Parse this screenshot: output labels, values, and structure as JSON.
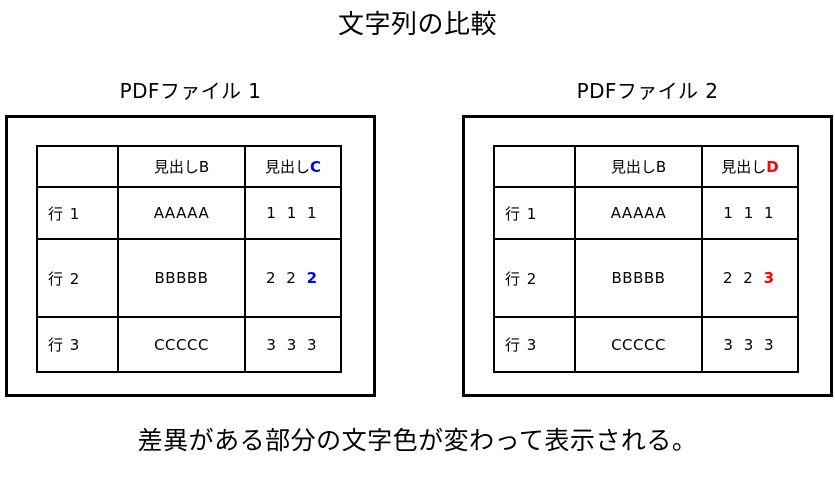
{
  "title": "文字列の比較",
  "footer_note": "差異がある部分の文字色が変わって表示される。",
  "colors": {
    "diff_left": "#0000FF",
    "diff_right": "#FF0000",
    "border": "#000000",
    "background": "#FFFFFF",
    "text": "#000000"
  },
  "panels": [
    {
      "caption": "PDFファイル 1",
      "table": {
        "headers": {
          "col0": "",
          "col1": "見出しB",
          "col2_plain": "見出し",
          "col2_diff": "C",
          "col2_diff_color": "#0000FF"
        },
        "rows": [
          {
            "label": "行 1",
            "text": "AAAAA",
            "num_plain": "1 1 1",
            "num_diff": "",
            "num_diff_color": ""
          },
          {
            "label": "行 2",
            "text": "BBBBB",
            "num_plain": "2 2 ",
            "num_diff": "2",
            "num_diff_color": "#0000FF"
          },
          {
            "label": "行 3",
            "text": "CCCCC",
            "num_plain": "3 3 3",
            "num_diff": "",
            "num_diff_color": ""
          }
        ]
      }
    },
    {
      "caption": "PDFファイル 2",
      "table": {
        "headers": {
          "col0": "",
          "col1": "見出しB",
          "col2_plain": "見出し",
          "col2_diff": "D",
          "col2_diff_color": "#FF0000"
        },
        "rows": [
          {
            "label": "行 1",
            "text": "AAAAA",
            "num_plain": "1 1 1",
            "num_diff": "",
            "num_diff_color": ""
          },
          {
            "label": "行 2",
            "text": "BBBBB",
            "num_plain": "2 2 ",
            "num_diff": "3",
            "num_diff_color": "#FF0000"
          },
          {
            "label": "行 3",
            "text": "CCCCC",
            "num_plain": "3 3 3",
            "num_diff": "",
            "num_diff_color": ""
          }
        ]
      }
    }
  ]
}
